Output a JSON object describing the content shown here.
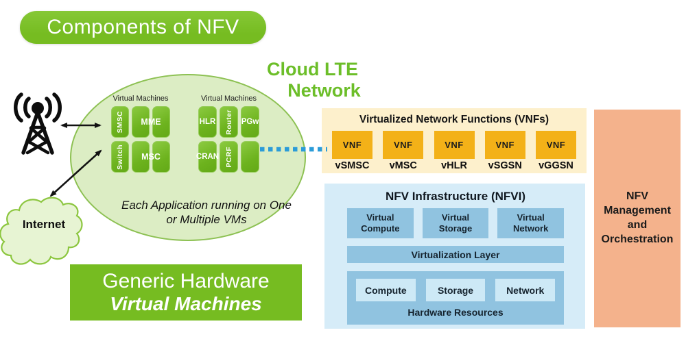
{
  "title": "Components of NFV",
  "cloud_title": {
    "line1": "Cloud LTE",
    "line2": "Network"
  },
  "ellipse": {
    "caption_line1": "Each Application running on One",
    "caption_line2": "or Multiple VMs"
  },
  "vm_left": {
    "label": "Virtual Machines",
    "r1_vertical": "SMSC",
    "r1_wide": "MME",
    "r2_vertical": "Switch",
    "r2_wide": "MSC"
  },
  "vm_right": {
    "label": "Virtual Machines",
    "r1_c1": "HLR",
    "r1_c2_vertical": "Router",
    "r1_c3": "PGw",
    "r2_c1": "CRAN",
    "r2_c2_vertical": "PCRF",
    "r2_c3": ""
  },
  "internet_label": "Internet",
  "generic_box": {
    "line1": "Generic Hardware",
    "line2": "Virtual Machines"
  },
  "vnf_panel": {
    "title": "Virtualized Network Functions (VNFs)",
    "box_label": "VNF",
    "items": [
      "vSMSC",
      "vMSC",
      "vHLR",
      "vSGSN",
      "vGGSN"
    ]
  },
  "nfvi": {
    "title": "NFV Infrastructure (NFVI)",
    "virtual_boxes": [
      "Virtual Compute",
      "Virtual Storage",
      "Virtual Network"
    ],
    "virtualization_layer": "Virtualization Layer",
    "hardware_boxes": [
      "Compute",
      "Storage",
      "Network"
    ],
    "hardware_label": "Hardware Resources"
  },
  "mano": {
    "lines": [
      "NFV",
      "Management",
      "and",
      "Orchestration"
    ]
  },
  "icons": {
    "cell_tower": "cell-tower-icon",
    "internet_cloud": "internet-cloud-shape"
  },
  "colors": {
    "green": "#76bc21",
    "green_box_border": "#97cd5b",
    "ellipse_fill": "#dcedc4",
    "ellipse_border": "#8dc153",
    "title_green": "#6cbe29",
    "cream": "#fdf0cc",
    "orange": "#f3b118",
    "nfvi_bg": "#d6ecf8",
    "nfvi_mid": "#90c3e0",
    "nfvi_light": "#cde9f6",
    "salmon": "#f4b28c",
    "dotted_blue": "#2b9cd8"
  }
}
